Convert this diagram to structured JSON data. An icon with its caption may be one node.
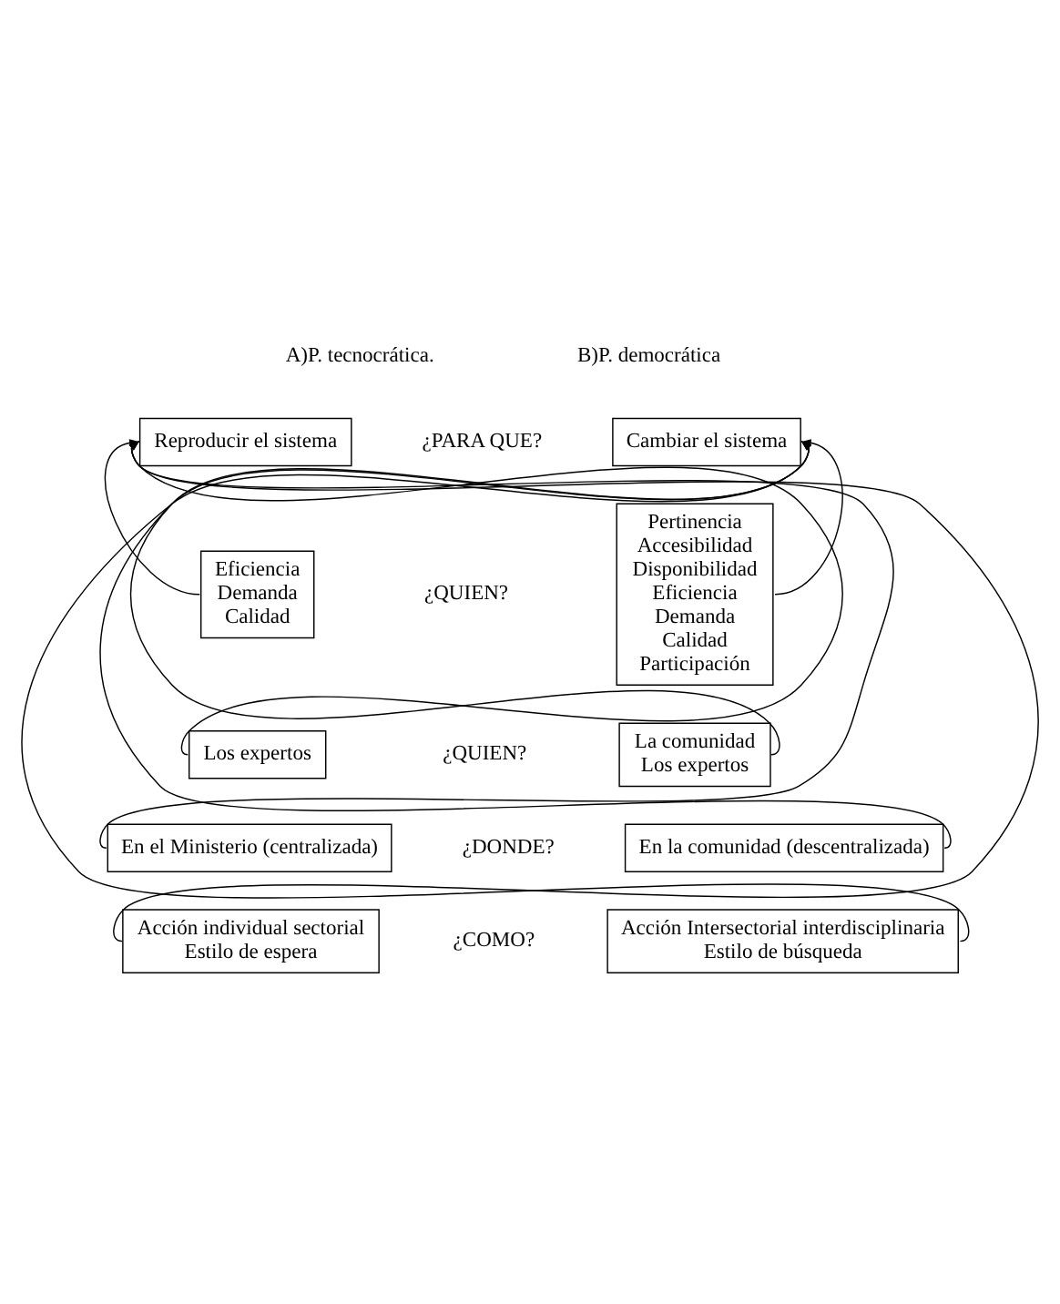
{
  "diagram": {
    "nodes": [
      {
        "text": [
          "Reproducir el sistema"
        ]
      },
      {
        "text": [
          "Cambiar el sistema"
        ]
      },
      {
        "text": [
          "Eficiencia",
          "Demanda",
          "Calidad"
        ]
      },
      {
        "text": [
          "Pertinencia",
          "Accesibilidad",
          "Disponibilidad",
          "Eficiencia",
          "Demanda",
          "Calidad",
          "Participación"
        ]
      },
      {
        "text": [
          "Los expertos"
        ]
      },
      {
        "text": [
          "La comunidad",
          "Los expertos"
        ]
      },
      {
        "text": [
          "En el Ministerio (centralizada)"
        ]
      },
      {
        "text": [
          "En la comunidad (descentralizada)"
        ]
      },
      {
        "text": [
          "Acción individual sectorial",
          "Estilo de espera"
        ]
      },
      {
        "text": [
          "Acción Intersectorial interdisciplinaria",
          "Estilo de búsqueda"
        ]
      }
    ],
    "edges": [
      {
        "from": 2,
        "to": 0,
        "arrow": "to"
      },
      {
        "from": 4,
        "to": 0,
        "arrow": "to"
      },
      {
        "from": 6,
        "to": 0,
        "arrow": "to"
      },
      {
        "from": 8,
        "to": 0,
        "arrow": "to"
      },
      {
        "from": 3,
        "to": 1,
        "arrow": "to"
      },
      {
        "from": 5,
        "to": 1,
        "arrow": "to"
      },
      {
        "from": 7,
        "to": 1,
        "arrow": "to"
      },
      {
        "from": 9,
        "to": 1,
        "arrow": "to"
      }
    ],
    "labels": [
      "A)P. tecnocrática.",
      "B)P. democrática",
      "¿PARA QUE?",
      "¿QUIEN?",
      "¿QUIEN?",
      "¿DONDE?",
      "¿COMO?"
    ]
  }
}
